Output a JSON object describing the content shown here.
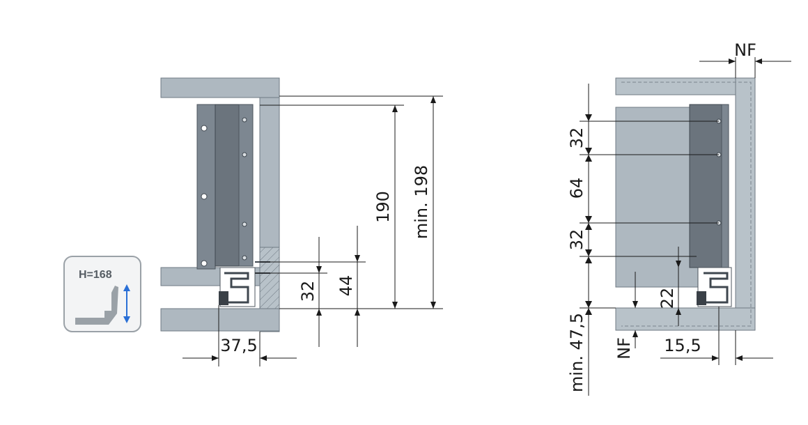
{
  "badge": {
    "height_label": "H=168"
  },
  "left_view": {
    "dims": {
      "inner_height": "190",
      "outer_height": "min. 198",
      "bottom_gap_32": "32",
      "bottom_gap_44": "44",
      "width_375": "37,5"
    }
  },
  "right_view": {
    "dims": {
      "nf_top": "NF",
      "spacing_32_top": "32",
      "spacing_64": "64",
      "spacing_32_bottom": "32",
      "base_height": "min. 47,5",
      "nf_bottom": "NF",
      "gap_22": "22",
      "offset_155": "15,5"
    }
  }
}
